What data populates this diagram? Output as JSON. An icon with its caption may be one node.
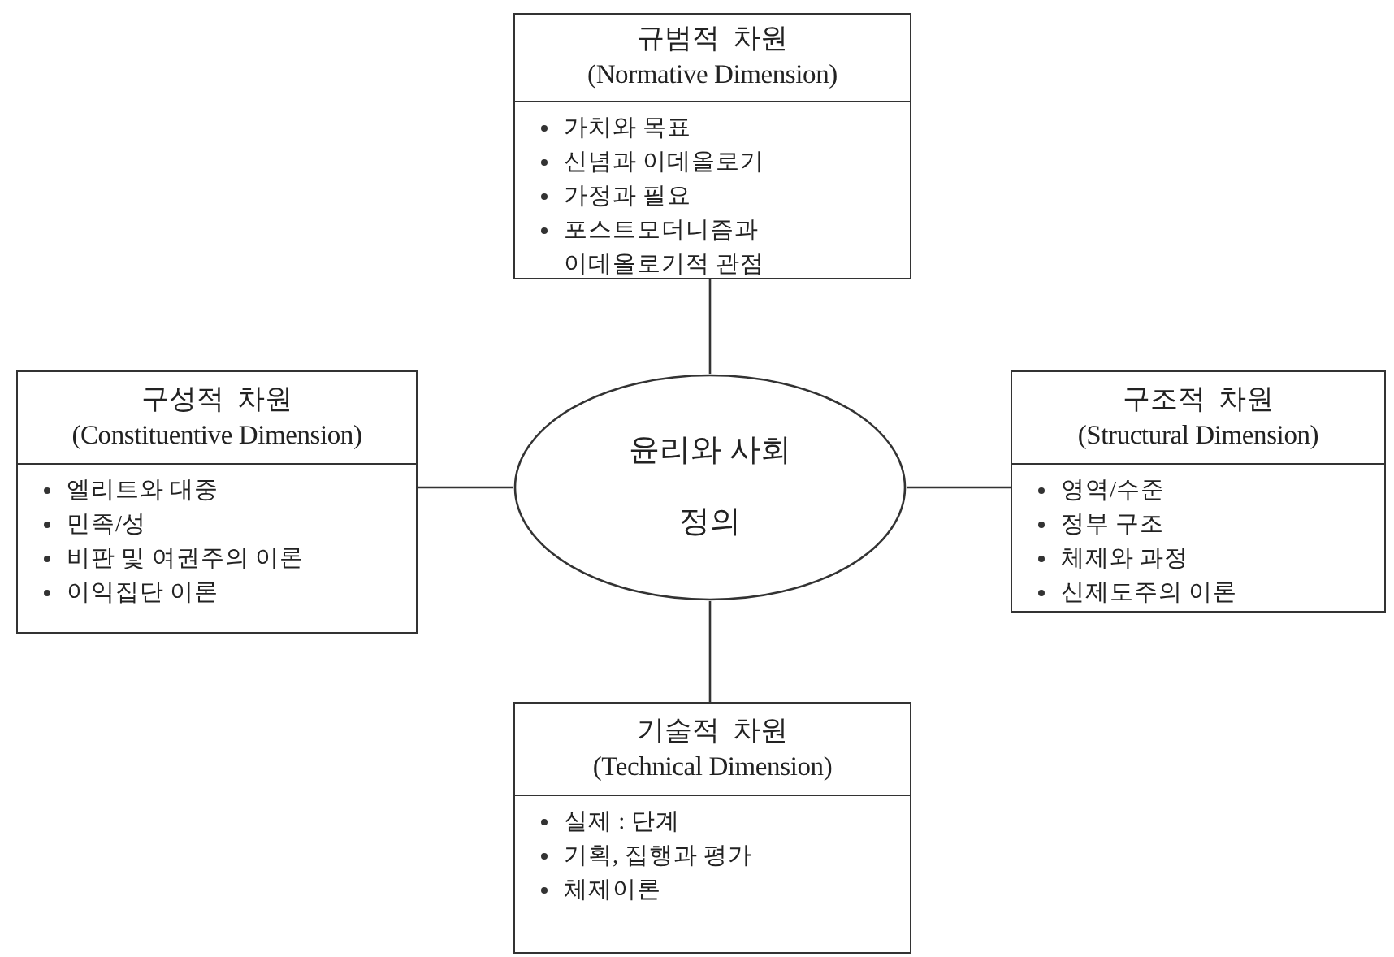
{
  "diagram": {
    "nodes": [
      {
        "text": [
          "규범적 차원",
          "(Normative Dimension)",
          "가치와 목표",
          "신념과 이데올로기",
          "가정과 필요",
          "포스트모더니즘과 이데올로기적 관점"
        ]
      },
      {
        "text": [
          "구성적 차원",
          "(Constituentive Dimension)",
          "엘리트와 대중",
          "민족/성",
          "비판 및 여권주의 이론",
          "이익집단 이론"
        ]
      },
      {
        "text": [
          "윤리와 사회 정의"
        ]
      },
      {
        "text": [
          "구조적 차원",
          "(Structural Dimension)",
          "영역/수준",
          "정부 구조",
          "체제와 과정",
          "신제도주의 이론"
        ]
      },
      {
        "text": [
          "기술적 차원",
          "(Technical Dimension)",
          "실제 : 단계",
          "기획, 집행과 평가",
          "체제이론"
        ]
      }
    ],
    "edges": [
      {
        "from": 0,
        "to": 2,
        "arrow": "none"
      },
      {
        "from": 1,
        "to": 2,
        "arrow": "none"
      },
      {
        "from": 2,
        "to": 3,
        "arrow": "none"
      },
      {
        "from": 2,
        "to": 4,
        "arrow": "none"
      }
    ]
  }
}
